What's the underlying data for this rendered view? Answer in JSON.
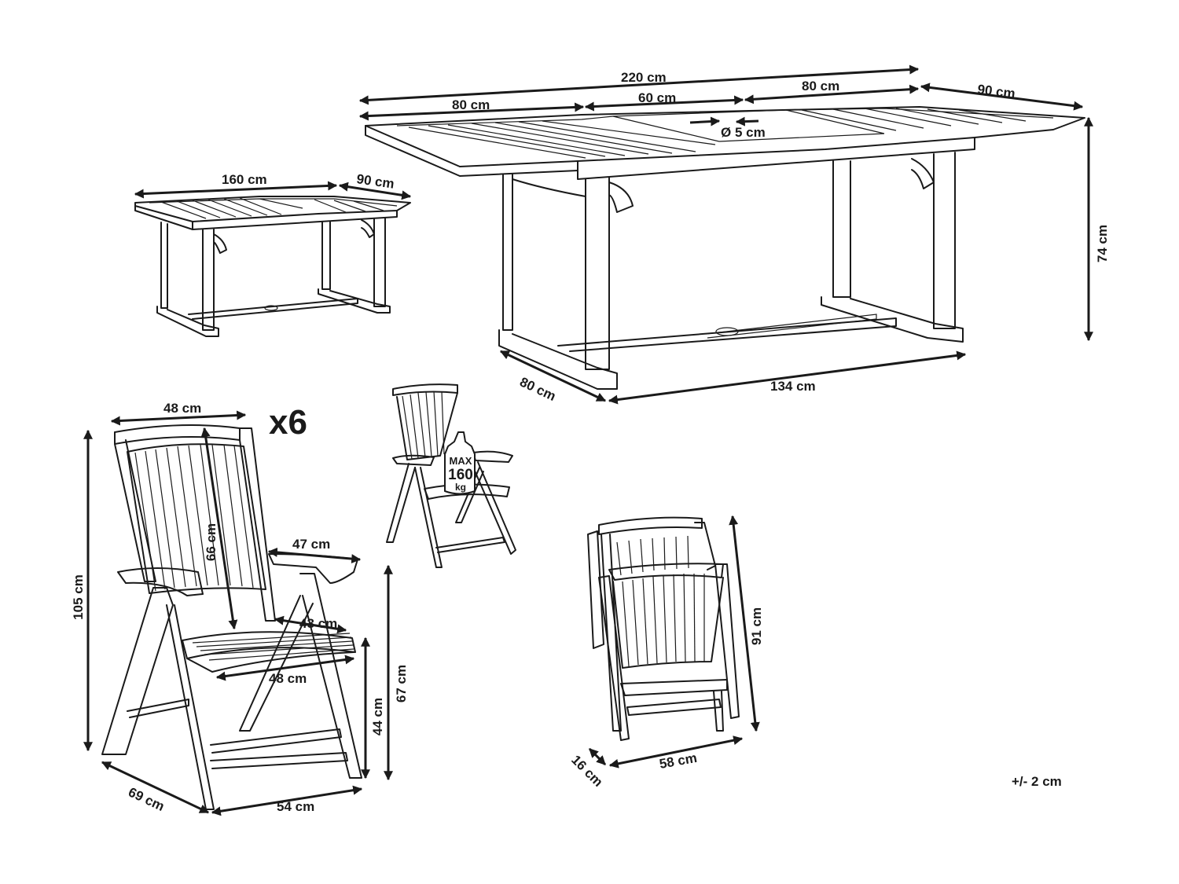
{
  "table_extended": {
    "total_length": "220 cm",
    "section_left": "80 cm",
    "section_middle": "60 cm",
    "section_right": "80 cm",
    "depth": "90 cm",
    "umbrella_hole": "Ø 5 cm",
    "height": "74 cm",
    "base_depth": "80 cm",
    "base_length": "134 cm"
  },
  "table_compact": {
    "length": "160 cm",
    "depth": "90 cm"
  },
  "chair": {
    "quantity": "x6",
    "backrest_width": "48 cm",
    "backrest_height": "66 cm",
    "total_height": "105 cm",
    "armrest_length": "47 cm",
    "seat_depth": "43 cm",
    "seat_width": "48 cm",
    "seat_height": "44 cm",
    "armrest_height": "67 cm",
    "footprint_depth": "69 cm",
    "footprint_width": "54 cm"
  },
  "load_badge": {
    "max_label": "MAX",
    "value": "160",
    "unit": "kg"
  },
  "folded_chair": {
    "height": "91 cm",
    "width": "58 cm",
    "thickness": "16 cm"
  },
  "tolerance": "+/- 2 cm"
}
